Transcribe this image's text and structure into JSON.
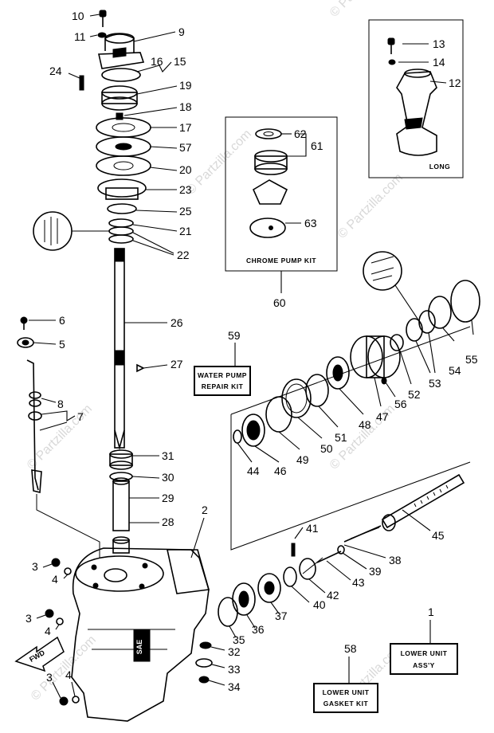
{
  "watermarks": [
    "© Partzilla.com",
    "© Partzilla.com",
    "© Partzilla.com",
    "© Partzilla.com",
    "© Partzilla.com",
    "© Partzilla.com",
    "© Partzilla.com"
  ],
  "callouts": {
    "n1": "1",
    "n2": "2",
    "n3a": "3",
    "n3b": "3",
    "n3c": "3",
    "n4a": "4",
    "n4b": "4",
    "n4c": "4",
    "n5": "5",
    "n6": "6",
    "n7": "7",
    "n8": "8",
    "n9": "9",
    "n10": "10",
    "n11": "11",
    "n12": "12",
    "n13": "13",
    "n14": "14",
    "n15": "15",
    "n16": "16",
    "n17": "17",
    "n18": "18",
    "n19": "19",
    "n20": "20",
    "n21": "21",
    "n22": "22",
    "n23": "23",
    "n24": "24",
    "n25": "25",
    "n26": "26",
    "n27": "27",
    "n28": "28",
    "n29": "29",
    "n30": "30",
    "n31": "31",
    "n32": "32",
    "n33": "33",
    "n34": "34",
    "n35": "35",
    "n36": "36",
    "n37": "37",
    "n38": "38",
    "n39": "39",
    "n40": "40",
    "n41": "41",
    "n42": "42",
    "n43": "43",
    "n44": "44",
    "n45": "45",
    "n46": "46",
    "n47": "47",
    "n48": "48",
    "n49": "49",
    "n50": "50",
    "n51": "51",
    "n52": "52",
    "n53": "53",
    "n54": "54",
    "n55": "55",
    "n56": "56",
    "n57": "57",
    "n58": "58",
    "n59": "59",
    "n60": "60",
    "n61": "61",
    "n62": "62",
    "n63": "63"
  },
  "labels": {
    "long": "LONG",
    "chrome_pump_kit": "CHROME PUMP KIT",
    "water_pump_line1": "WATER PUMP",
    "water_pump_line2": "REPAIR KIT",
    "lower_unit_line1": "LOWER UNIT",
    "lower_unit_line2": "ASS'Y",
    "gasket_line1": "LOWER UNIT",
    "gasket_line2": "GASKET KIT",
    "fwd": "FWD",
    "stamp": "SAE"
  }
}
